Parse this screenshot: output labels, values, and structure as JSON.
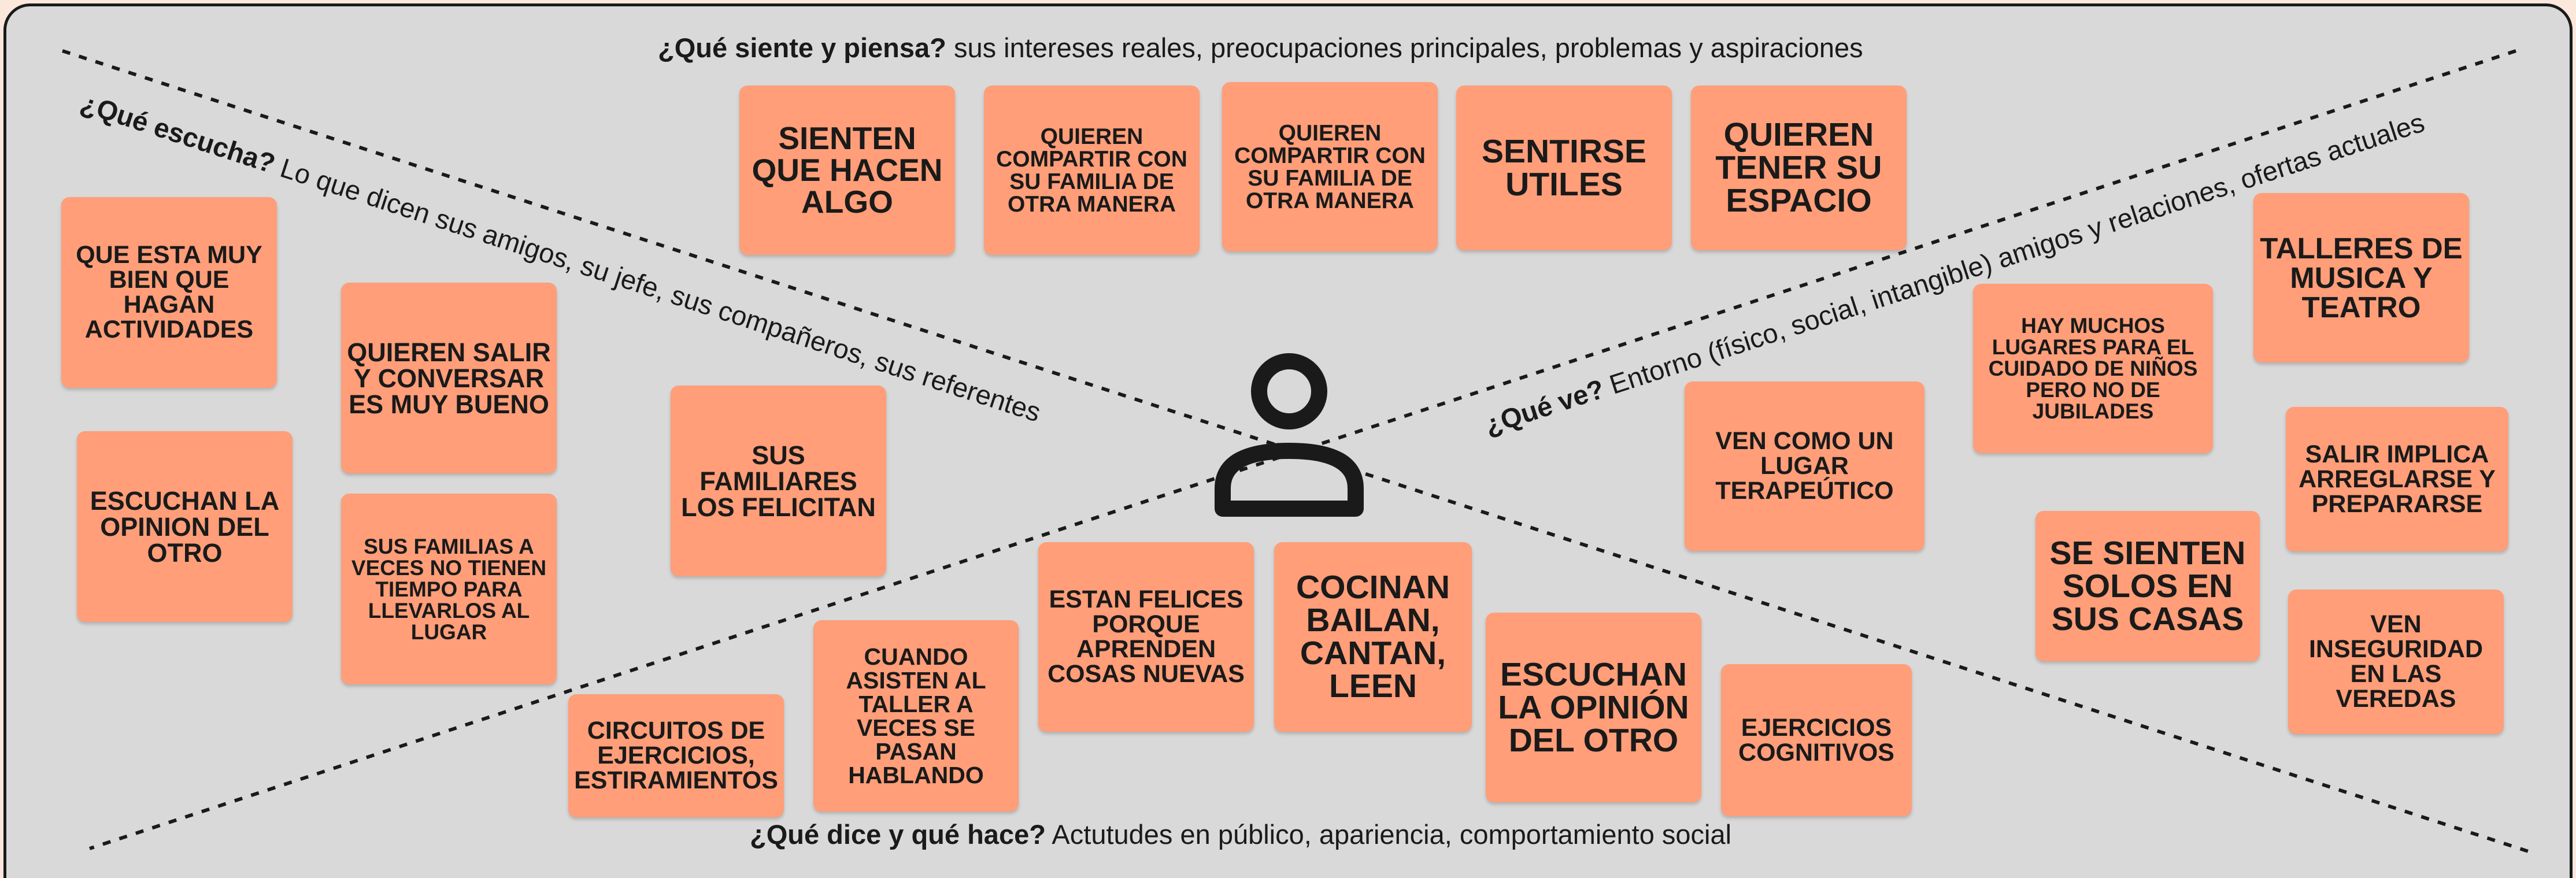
{
  "sections": {
    "top": {
      "title": "¿Qué siente y piensa?",
      "desc": "sus intereses reales, preocupaciones principales, problemas y aspiraciones"
    },
    "left": {
      "title": "¿Qué escucha?",
      "desc": "Lo que dicen sus amigos, su jefe, sus compañeros, sus referentes"
    },
    "right": {
      "title": "¿Qué ve?",
      "desc": "Entorno (físico, social, intangible) amigos y relaciones, ofertas actuales"
    },
    "bottom": {
      "title": "¿Qué dice y qué hace?",
      "desc": "Actutudes en público, apariencia, comportamiento social"
    }
  },
  "center_icon": "person-icon",
  "note_color": "#ff9e78",
  "notes": {
    "piensa": [
      "SIENTEN QUE HACEN ALGO",
      "QUIEREN COMPARTIR CON SU FAMILIA DE OTRA MANERA",
      "QUIEREN COMPARTIR CON SU FAMILIA DE OTRA MANERA",
      "SENTIRSE UTILES",
      "QUIEREN TENER SU ESPACIO"
    ],
    "escucha": [
      "QUE ESTA MUY BIEN QUE HAGAN ACTIVIDADES",
      "ESCUCHAN LA OPINION DEL OTRO",
      "QUIEREN SALIR Y CONVERSAR ES MUY BUENO",
      "SUS FAMILIAS A VECES NO TIENEN TIEMPO PARA LLEVARLOS AL LUGAR",
      "SUS FAMILIARES LOS FELICITAN"
    ],
    "ve": [
      "TALLERES DE MUSICA Y TEATRO",
      "HAY MUCHOS LUGARES PARA EL CUIDADO DE NIÑOS PERO NO DE JUBILADES",
      "VEN COMO UN LUGAR TERAPEÚTICO",
      "SALIR IMPLICA ARREGLARSE Y PREPARARSE",
      "SE SIENTEN SOLOS EN SUS CASAS",
      "VEN INSEGURIDAD EN LAS VEREDAS"
    ],
    "dice": [
      "CIRCUITOS DE EJERCICIOS, ESTIRAMIENTOS",
      "CUANDO ASISTEN AL TALLER A VECES SE PASAN HABLANDO",
      "ESTAN FELICES PORQUE APRENDEN COSAS NUEVAS",
      "COCINAN BAILAN, CANTAN, LEEN",
      "ESCUCHAN LA OPINIÓN DEL OTRO",
      "EJERCICIOS COGNITIVOS"
    ]
  }
}
